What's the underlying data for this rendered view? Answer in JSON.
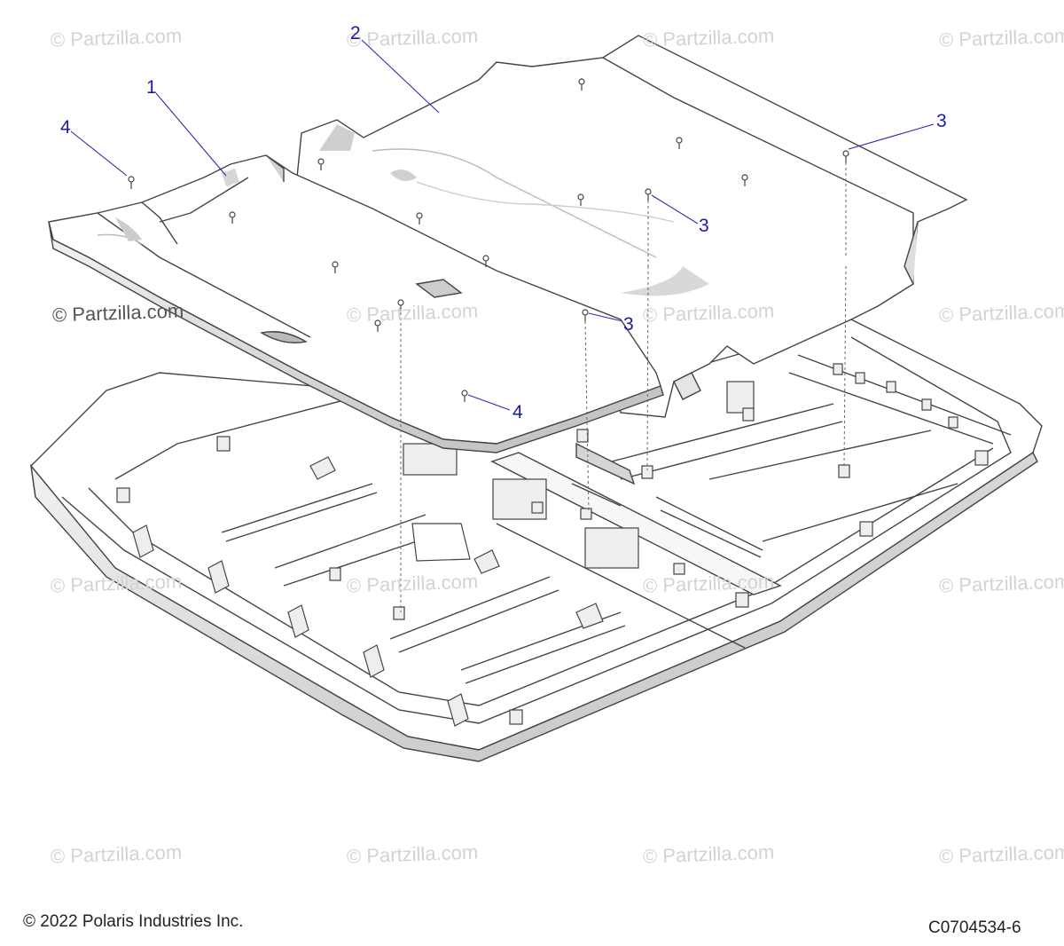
{
  "watermark": {
    "text": "© Partzilla.com",
    "color": "#d3d3d3",
    "strong_color": "#555555"
  },
  "callouts": {
    "color": "#1a1aa6",
    "items": [
      "1",
      "2",
      "3",
      "3",
      "3",
      "4",
      "4"
    ]
  },
  "footer": {
    "copyright": "© 2022 Polaris Industries Inc.",
    "diagram_code": "C0704534-6"
  },
  "colors": {
    "outline": "#444444",
    "panel_fill": "#ffffff",
    "shade": "#c9c9c9",
    "leader": "#2b2bb0"
  }
}
